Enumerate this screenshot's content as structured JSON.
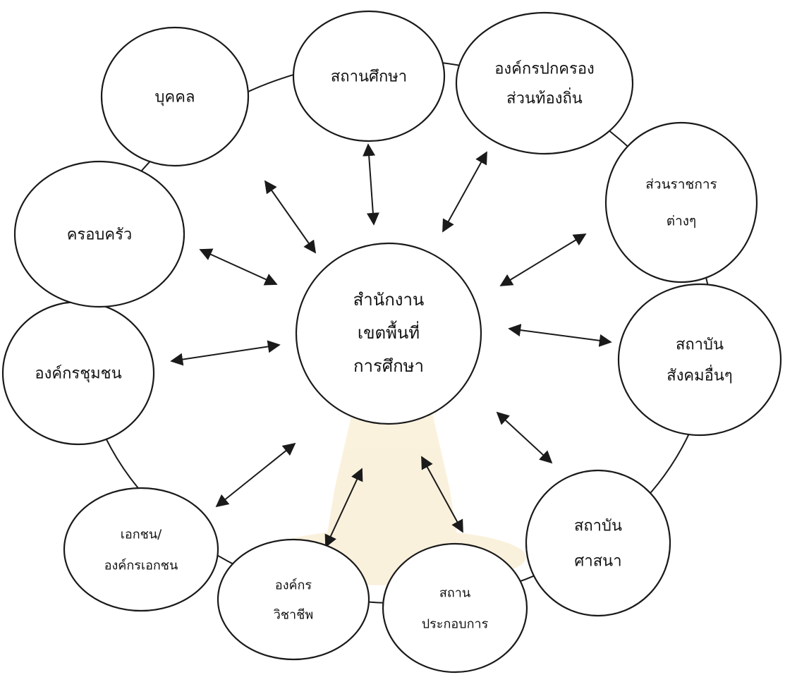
{
  "center": {
    "lines": [
      "สำนักงาน",
      "เขตพื้นที่",
      "การศึกษา"
    ]
  },
  "nodes": [
    {
      "id": "school",
      "lines": [
        "สถานศึกษา"
      ]
    },
    {
      "id": "local-gov",
      "lines": [
        "องค์กรปกครอง",
        "ส่วนท้องถิ่น"
      ]
    },
    {
      "id": "gov-agencies",
      "lines": [
        "ส่วนราชการ",
        "ต่างๆ"
      ]
    },
    {
      "id": "social-inst",
      "lines": [
        "สถาบัน",
        "สังคมอื่นๆ"
      ]
    },
    {
      "id": "religious-inst",
      "lines": [
        "สถาบัน",
        "ศาสนา"
      ]
    },
    {
      "id": "workplace",
      "lines": [
        "สถาน",
        "ประกอบการ"
      ]
    },
    {
      "id": "professional-org",
      "lines": [
        "องค์กร",
        "วิชาชีพ"
      ]
    },
    {
      "id": "private-org",
      "lines": [
        "เอกชน/",
        "องค์กรเอกชน"
      ]
    },
    {
      "id": "community-org",
      "lines": [
        "องค์กรชุมชน"
      ]
    },
    {
      "id": "family",
      "lines": [
        "ครอบครัว"
      ]
    },
    {
      "id": "individual",
      "lines": [
        "บุคคล"
      ]
    }
  ],
  "colors": {
    "stroke": "#1a1a1a",
    "background": "#ffffff",
    "watermark": "#e8b84a"
  }
}
